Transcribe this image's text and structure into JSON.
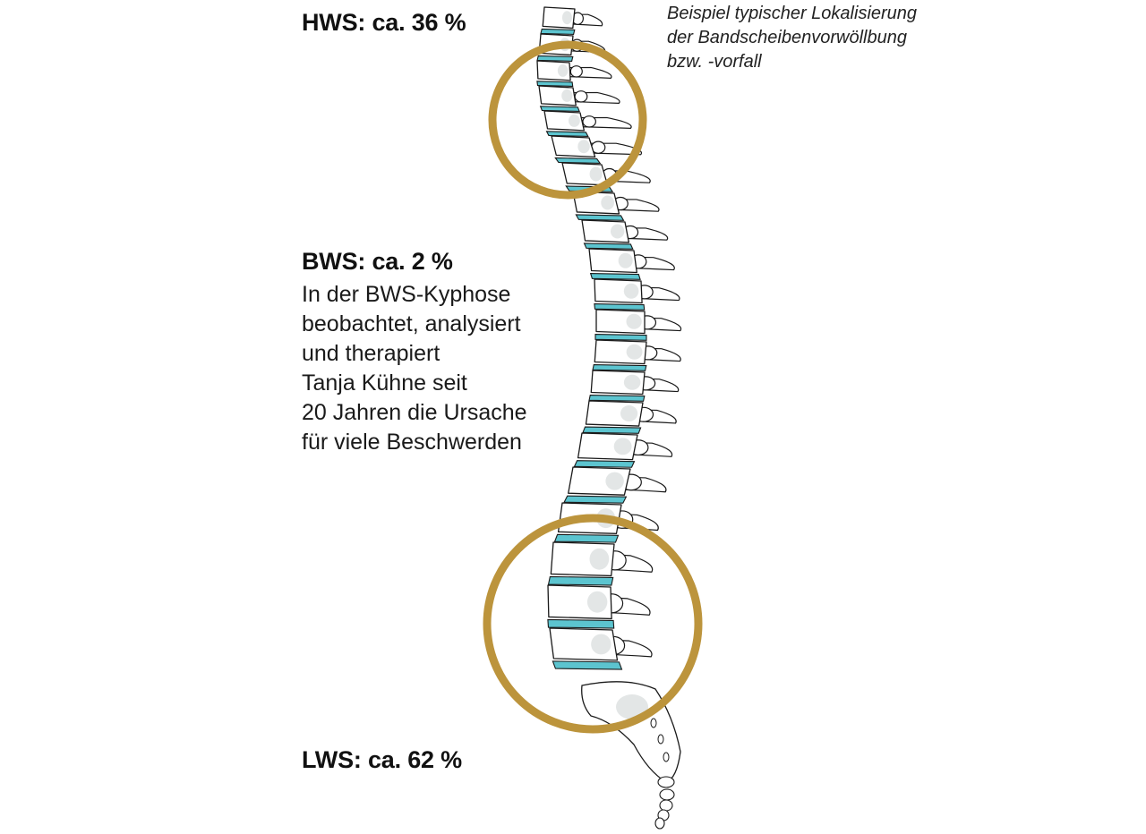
{
  "labels": {
    "hws": "HWS: ca. 36 %",
    "bws": "BWS: ca. 2 %",
    "lws": "LWS: ca. 62 %"
  },
  "bws_description": [
    "In der BWS-Kyphose",
    "beobachtet, analysiert",
    "und therapiert",
    "Tanja Kühne seit",
    "20 Jahren die Ursache",
    "für viele Beschwerden"
  ],
  "note": [
    "Beispiel typischer Lokalisierung",
    "der Bandscheibenvorwöllbung",
    "bzw. -vorfall"
  ],
  "colors": {
    "disc": "#5cc4cf",
    "ring": "#bc943c",
    "bone_outline": "#1a1a1a",
    "bone_shadow": "#e3e6e6"
  },
  "icons": {
    "spine": "spine-illustration",
    "highlight": "highlight-ring"
  }
}
